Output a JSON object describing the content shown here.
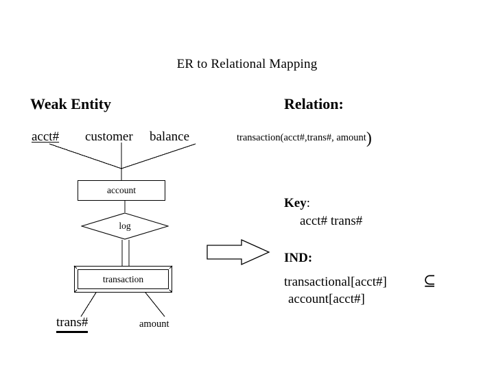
{
  "slide": {
    "title": "ER to Relational Mapping",
    "background_color": "#ffffff",
    "ink_color": "#000000"
  },
  "columns": {
    "left_heading": "Weak Entity",
    "right_heading": "Relation:"
  },
  "er_diagram": {
    "attributes_top": [
      {
        "label": "acct#",
        "is_key": true
      },
      {
        "label": "customer",
        "is_key": false
      },
      {
        "label": "balance",
        "is_key": false
      }
    ],
    "strong_entity": {
      "label": "account",
      "shape": "rectangle"
    },
    "relationship": {
      "label": "log",
      "shape": "diamond"
    },
    "weak_entity": {
      "label": "transaction",
      "shape": "double-rectangle"
    },
    "attributes_bottom": [
      {
        "label": "trans#",
        "is_partial_key": true
      },
      {
        "label": "amount",
        "is_partial_key": false
      }
    ],
    "participation": "total"
  },
  "mapping": {
    "arrow_icon": "block-arrow-right-icon",
    "relation_schema": "transaction(acct#,trans#, amount",
    "relation_schema_close_paren": ")",
    "key_heading": "Key",
    "key_heading_suffix": ":",
    "key_value": "acct# trans#",
    "ind_heading": "IND:",
    "ind_line1": "transactional[acct#]",
    "ind_subset_symbol": "⊆",
    "ind_line2": "account[acct#]"
  }
}
